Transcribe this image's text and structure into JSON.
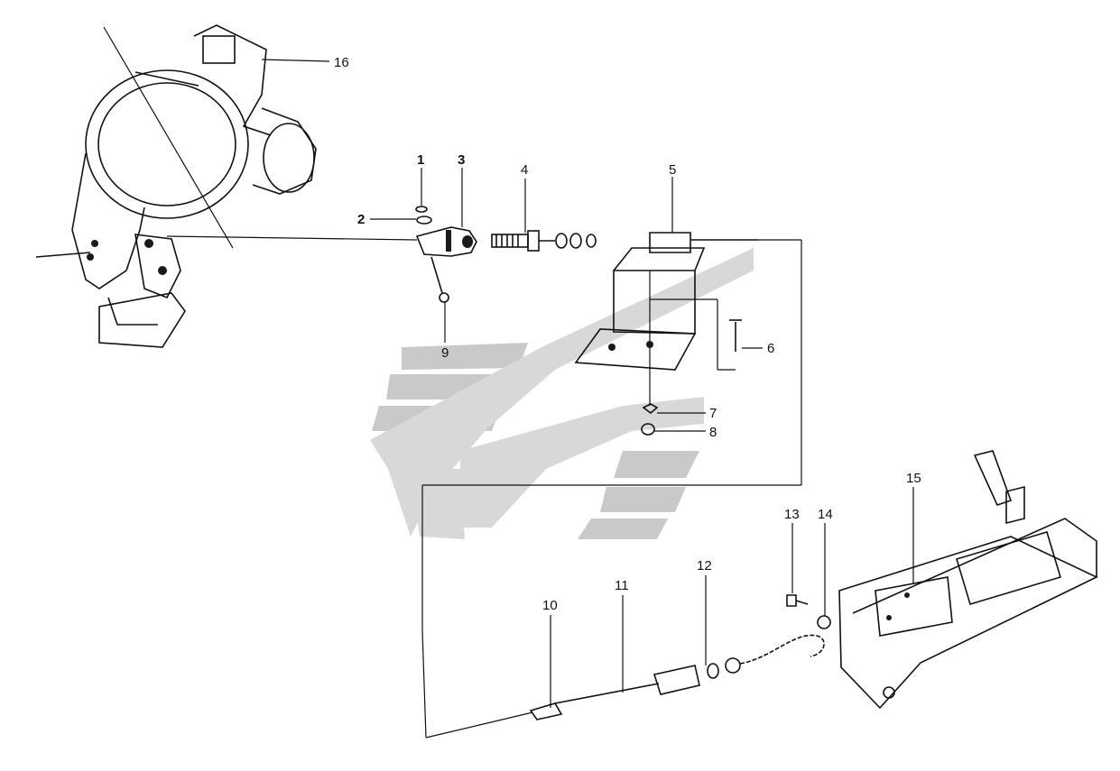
{
  "diagram": {
    "callouts": {
      "c1": "1",
      "c2": "2",
      "c3": "3",
      "c4": "4",
      "c5": "5",
      "c6": "6",
      "c7": "7",
      "c8": "8",
      "c9": "9",
      "c10": "10",
      "c11": "11",
      "c12": "12",
      "c13": "13",
      "c14": "14",
      "c15": "15",
      "c16": "16"
    },
    "colors": {
      "ink": "#111111",
      "watermark": "#c9c9c9",
      "background": "#ffffff"
    }
  }
}
